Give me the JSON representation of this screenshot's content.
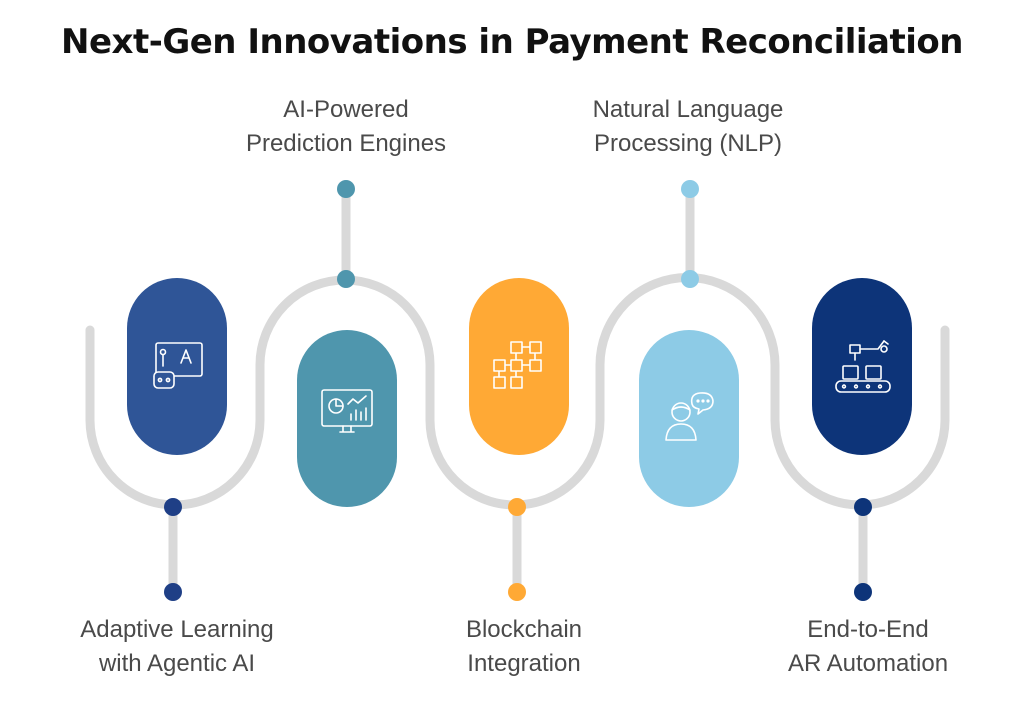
{
  "title": "Next-Gen Innovations in Payment Reconciliation",
  "steps": [
    {
      "line1": "Adaptive Learning",
      "line2": "with Agentic AI",
      "icon": "robot-board-icon",
      "color": "#2F5597",
      "dot": "#1F3F86"
    },
    {
      "line1": "AI-Powered",
      "line2": "Prediction Engines",
      "icon": "analytics-monitor-icon",
      "color": "#4F96AD",
      "dot": "#4F96AD"
    },
    {
      "line1": "Blockchain",
      "line2": "Integration",
      "icon": "block-network-icon",
      "color": "#FFA935",
      "dot": "#FFA935"
    },
    {
      "line1": "Natural Language",
      "line2": "Processing (NLP)",
      "icon": "person-speech-icon",
      "color": "#8DCBE6",
      "dot": "#8DCBE6"
    },
    {
      "line1": "End-to-End",
      "line2": "AR Automation",
      "icon": "conveyor-robot-icon",
      "color": "#0D3479",
      "dot": "#0D3479"
    }
  ],
  "colors": {
    "track": "#D9D9D9",
    "title": "#111111",
    "label": "#4A4A4A"
  }
}
